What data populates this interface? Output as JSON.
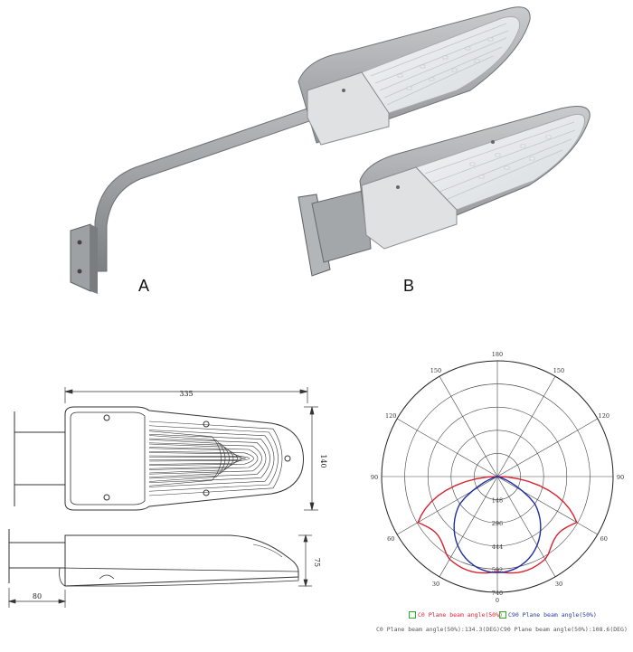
{
  "photos": {
    "label_a": "A",
    "label_b": "B"
  },
  "drawing": {
    "dim_length": "335",
    "dim_width": "140",
    "dim_height": "75",
    "dim_pole": "80"
  },
  "polar": {
    "angle_labels": [
      "180",
      "150",
      "120",
      "90",
      "60",
      "30",
      "0",
      "30",
      "60",
      "90",
      "120",
      "150"
    ],
    "radial_labels": [
      "148",
      "296",
      "444",
      "592",
      "740"
    ],
    "legend_c0": "C0 Plane beam angle(50%)",
    "legend_c90": "C90 Plane beam angle(50%)",
    "beam_c0": "C0 Plane beam angle(50%):134.3(DEG)",
    "beam_c90": "C90 Plane beam angle(50%):108.6(DEG)",
    "colors": {
      "c0": "#d8222f",
      "c90": "#1e2f9e"
    }
  }
}
